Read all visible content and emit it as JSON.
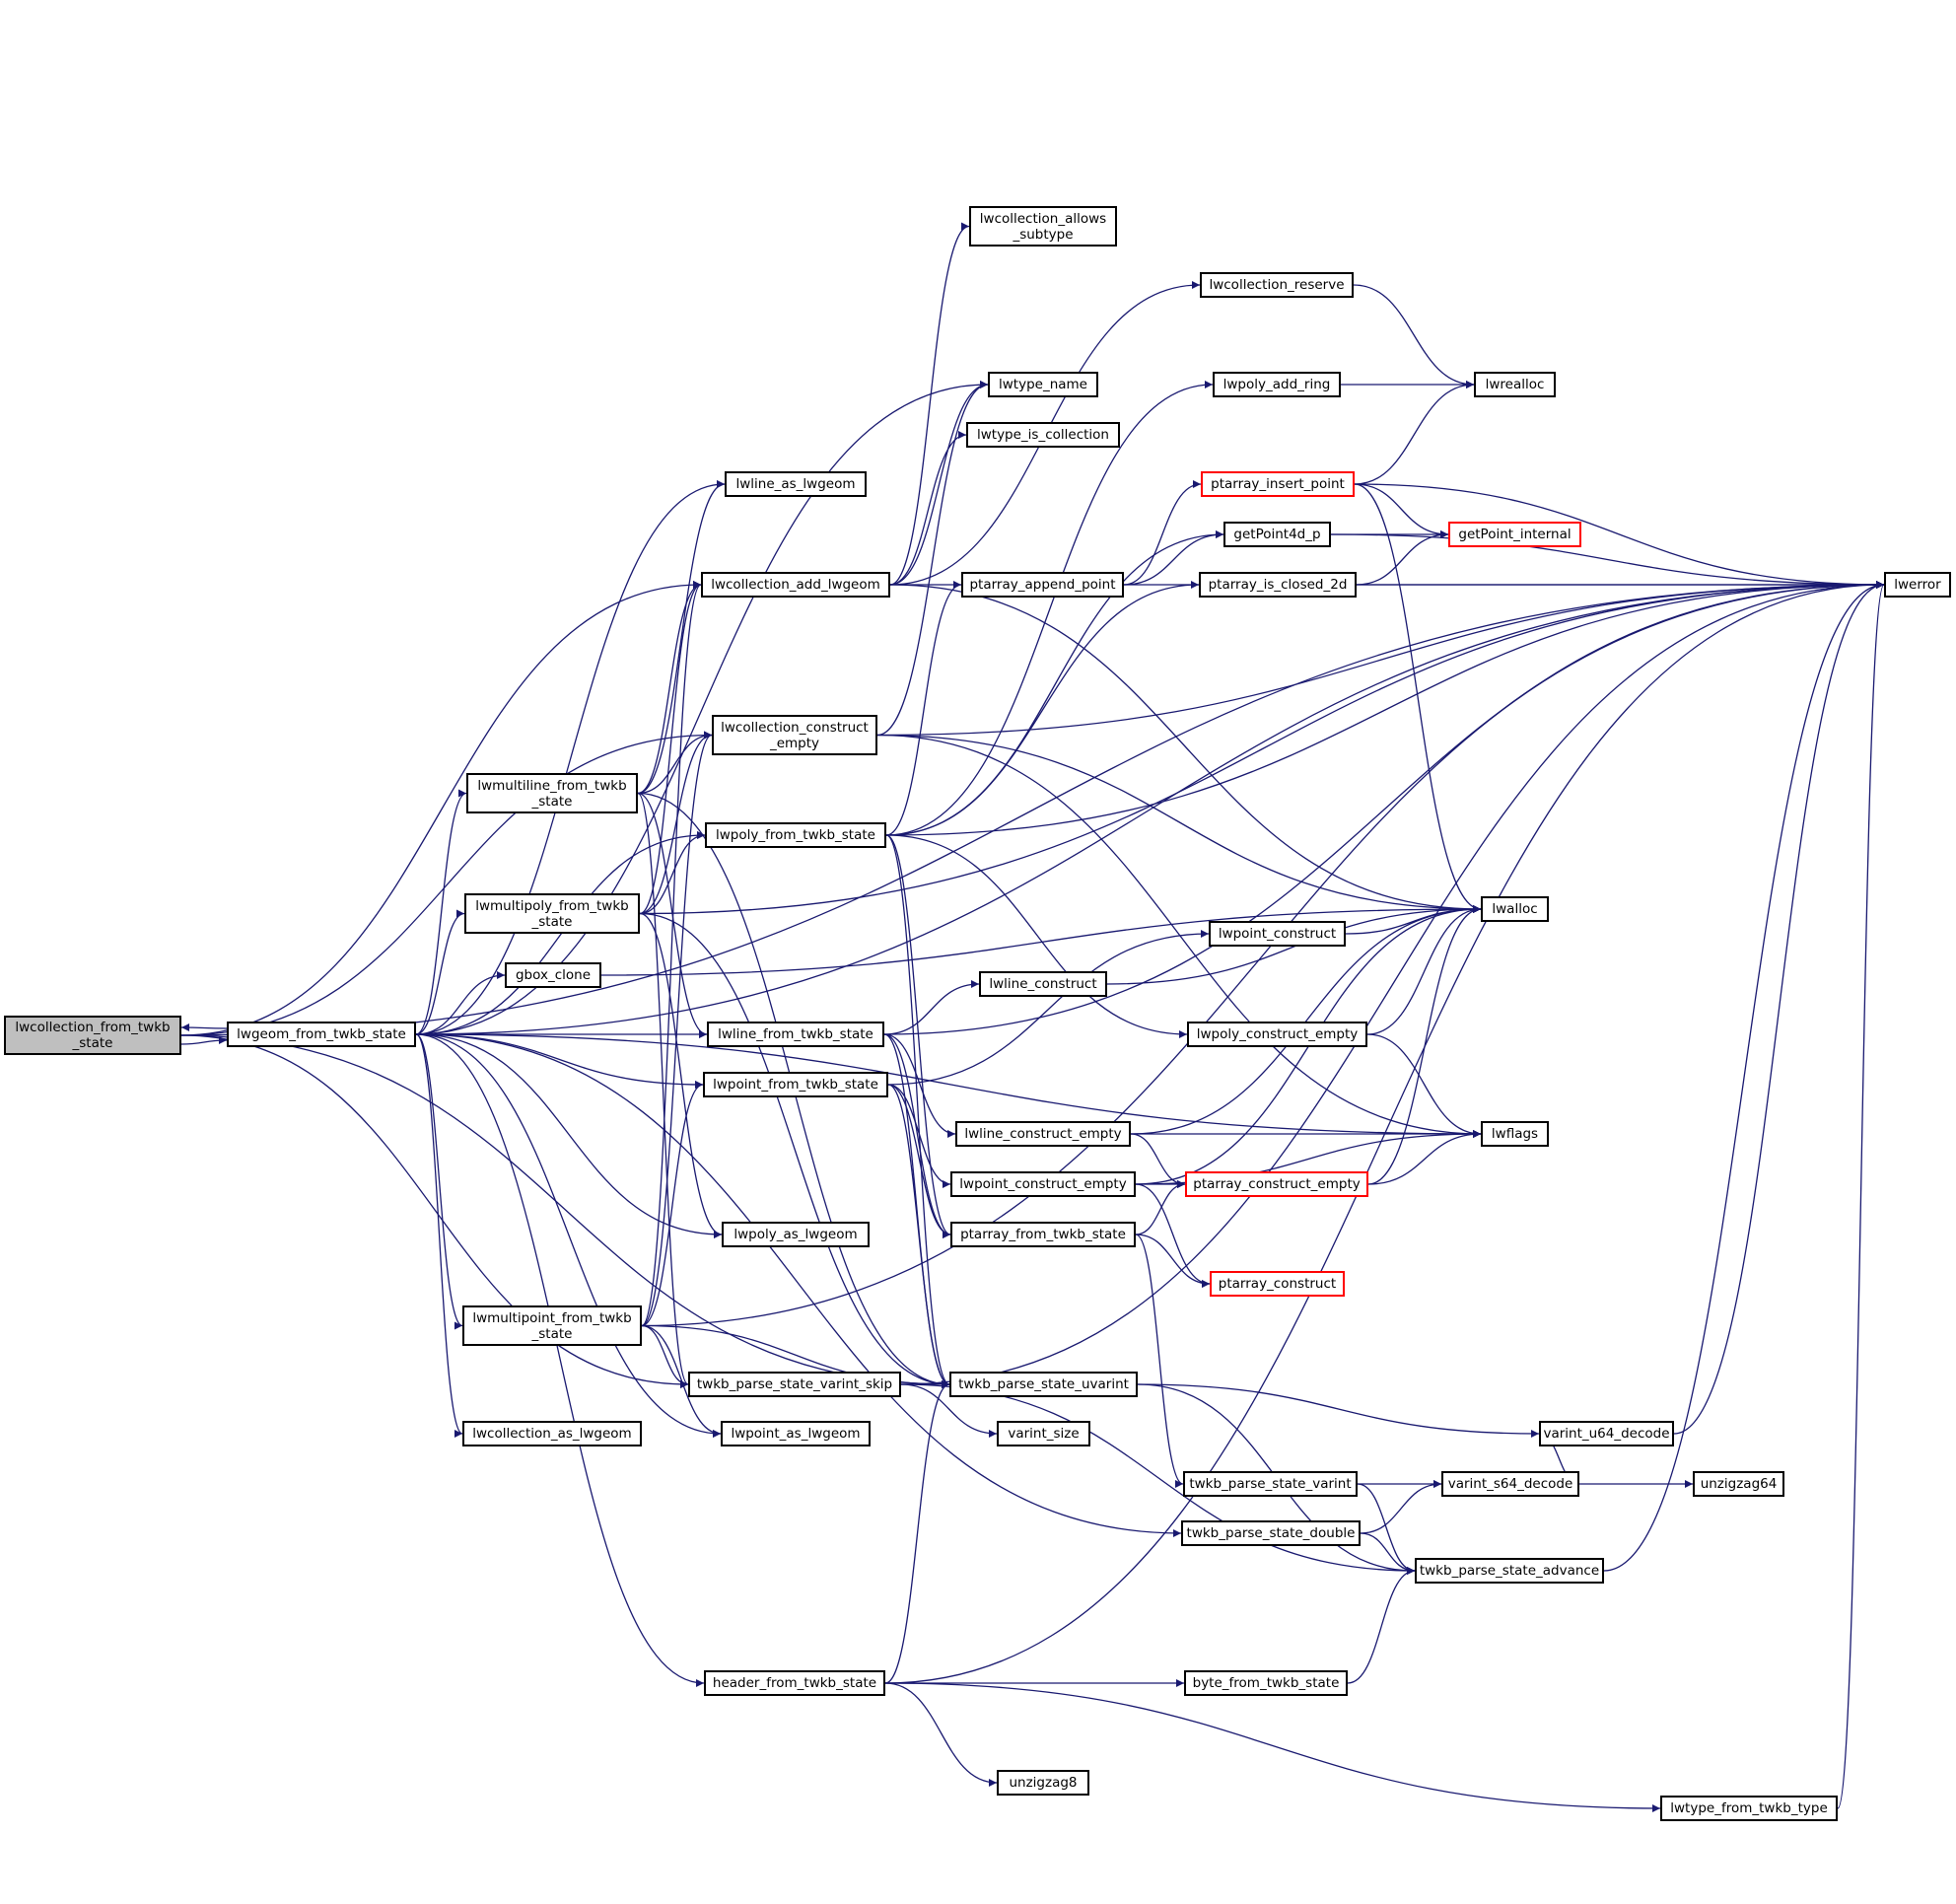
{
  "diagram": {
    "type": "call-graph",
    "edge_color": "#191970",
    "root_fill": "#bfbfbf",
    "truncated_border_color": "#ff0000",
    "nodes": [
      {
        "id": "lwcollection_from_twkb_state",
        "label": "lwcollection_from_twkb\n_state",
        "root": true
      },
      {
        "id": "lwgeom_from_twkb_state",
        "label": "lwgeom_from_twkb_state"
      },
      {
        "id": "lwcollection_allows_subtype",
        "label": "lwcollection_allows\n_subtype"
      },
      {
        "id": "lwcollection_reserve",
        "label": "lwcollection_reserve"
      },
      {
        "id": "lwtype_name",
        "label": "lwtype_name"
      },
      {
        "id": "lwtype_is_collection",
        "label": "lwtype_is_collection"
      },
      {
        "id": "lwpoly_add_ring",
        "label": "lwpoly_add_ring"
      },
      {
        "id": "lwrealloc",
        "label": "lwrealloc"
      },
      {
        "id": "lwline_as_lwgeom",
        "label": "lwline_as_lwgeom"
      },
      {
        "id": "ptarray_insert_point",
        "label": "ptarray_insert_point",
        "truncated": true
      },
      {
        "id": "getPoint4d_p",
        "label": "getPoint4d_p"
      },
      {
        "id": "getPoint_internal",
        "label": "getPoint_internal",
        "truncated": true
      },
      {
        "id": "lwcollection_add_lwgeom",
        "label": "lwcollection_add_lwgeom"
      },
      {
        "id": "ptarray_append_point",
        "label": "ptarray_append_point"
      },
      {
        "id": "ptarray_is_closed_2d",
        "label": "ptarray_is_closed_2d"
      },
      {
        "id": "lwerror",
        "label": "lwerror"
      },
      {
        "id": "lwcollection_construct_empty",
        "label": "lwcollection_construct\n_empty"
      },
      {
        "id": "lwmultiline_from_twkb_state",
        "label": "lwmultiline_from_twkb\n_state"
      },
      {
        "id": "lwpoly_from_twkb_state",
        "label": "lwpoly_from_twkb_state"
      },
      {
        "id": "lwmultipoly_from_twkb_state",
        "label": "lwmultipoly_from_twkb\n_state"
      },
      {
        "id": "lwalloc",
        "label": "lwalloc"
      },
      {
        "id": "lwpoint_construct",
        "label": "lwpoint_construct"
      },
      {
        "id": "gbox_clone",
        "label": "gbox_clone"
      },
      {
        "id": "lwline_construct",
        "label": "lwline_construct"
      },
      {
        "id": "lwline_from_twkb_state",
        "label": "lwline_from_twkb_state"
      },
      {
        "id": "lwpoly_construct_empty",
        "label": "lwpoly_construct_empty"
      },
      {
        "id": "lwpoint_from_twkb_state",
        "label": "lwpoint_from_twkb_state"
      },
      {
        "id": "lwline_construct_empty",
        "label": "lwline_construct_empty"
      },
      {
        "id": "lwflags",
        "label": "lwflags"
      },
      {
        "id": "lwpoint_construct_empty",
        "label": "lwpoint_construct_empty"
      },
      {
        "id": "ptarray_construct_empty",
        "label": "ptarray_construct_empty",
        "truncated": true
      },
      {
        "id": "lwpoly_as_lwgeom",
        "label": "lwpoly_as_lwgeom"
      },
      {
        "id": "ptarray_from_twkb_state",
        "label": "ptarray_from_twkb_state"
      },
      {
        "id": "ptarray_construct",
        "label": "ptarray_construct",
        "truncated": true
      },
      {
        "id": "lwmultipoint_from_twkb_state",
        "label": "lwmultipoint_from_twkb\n_state"
      },
      {
        "id": "twkb_parse_state_varint_skip",
        "label": "twkb_parse_state_varint_skip"
      },
      {
        "id": "twkb_parse_state_uvarint",
        "label": "twkb_parse_state_uvarint"
      },
      {
        "id": "lwcollection_as_lwgeom",
        "label": "lwcollection_as_lwgeom"
      },
      {
        "id": "lwpoint_as_lwgeom",
        "label": "lwpoint_as_lwgeom"
      },
      {
        "id": "varint_size",
        "label": "varint_size"
      },
      {
        "id": "varint_u64_decode",
        "label": "varint_u64_decode"
      },
      {
        "id": "twkb_parse_state_varint",
        "label": "twkb_parse_state_varint"
      },
      {
        "id": "varint_s64_decode",
        "label": "varint_s64_decode"
      },
      {
        "id": "unzigzag64",
        "label": "unzigzag64"
      },
      {
        "id": "twkb_parse_state_double",
        "label": "twkb_parse_state_double"
      },
      {
        "id": "twkb_parse_state_advance",
        "label": "twkb_parse_state_advance"
      },
      {
        "id": "header_from_twkb_state",
        "label": "header_from_twkb_state"
      },
      {
        "id": "byte_from_twkb_state",
        "label": "byte_from_twkb_state"
      },
      {
        "id": "unzigzag8",
        "label": "unzigzag8"
      },
      {
        "id": "lwtype_from_twkb_type",
        "label": "lwtype_from_twkb_type"
      }
    ],
    "edges": [
      [
        "lwcollection_from_twkb_state",
        "lwgeom_from_twkb_state"
      ],
      [
        "lwgeom_from_twkb_state",
        "lwcollection_from_twkb_state"
      ],
      [
        "lwcollection_from_twkb_state",
        "lwerror"
      ],
      [
        "lwcollection_from_twkb_state",
        "lwcollection_add_lwgeom"
      ],
      [
        "lwcollection_from_twkb_state",
        "lwcollection_construct_empty"
      ],
      [
        "lwcollection_from_twkb_state",
        "twkb_parse_state_varint_skip"
      ],
      [
        "lwcollection_from_twkb_state",
        "twkb_parse_state_uvarint"
      ],
      [
        "lwgeom_from_twkb_state",
        "lwerror"
      ],
      [
        "lwgeom_from_twkb_state",
        "lwtype_name"
      ],
      [
        "lwgeom_from_twkb_state",
        "lwline_as_lwgeom"
      ],
      [
        "lwgeom_from_twkb_state",
        "lwmultiline_from_twkb_state"
      ],
      [
        "lwgeom_from_twkb_state",
        "lwpoly_from_twkb_state"
      ],
      [
        "lwgeom_from_twkb_state",
        "lwmultipoly_from_twkb_state"
      ],
      [
        "lwgeom_from_twkb_state",
        "gbox_clone"
      ],
      [
        "lwgeom_from_twkb_state",
        "lwline_from_twkb_state"
      ],
      [
        "lwgeom_from_twkb_state",
        "lwpoint_from_twkb_state"
      ],
      [
        "lwgeom_from_twkb_state",
        "lwpoly_as_lwgeom"
      ],
      [
        "lwgeom_from_twkb_state",
        "lwmultipoint_from_twkb_state"
      ],
      [
        "lwgeom_from_twkb_state",
        "lwcollection_as_lwgeom"
      ],
      [
        "lwgeom_from_twkb_state",
        "lwpoint_as_lwgeom"
      ],
      [
        "lwgeom_from_twkb_state",
        "twkb_parse_state_double"
      ],
      [
        "lwgeom_from_twkb_state",
        "header_from_twkb_state"
      ],
      [
        "lwgeom_from_twkb_state",
        "lwflags"
      ],
      [
        "lwcollection_add_lwgeom",
        "lwcollection_allows_subtype"
      ],
      [
        "lwcollection_add_lwgeom",
        "lwcollection_reserve"
      ],
      [
        "lwcollection_add_lwgeom",
        "lwtype_name"
      ],
      [
        "lwcollection_add_lwgeom",
        "lwtype_is_collection"
      ],
      [
        "lwcollection_add_lwgeom",
        "lwerror"
      ],
      [
        "lwcollection_add_lwgeom",
        "lwalloc"
      ],
      [
        "lwcollection_reserve",
        "lwrealloc"
      ],
      [
        "lwpoly_add_ring",
        "lwrealloc"
      ],
      [
        "ptarray_insert_point",
        "lwrealloc"
      ],
      [
        "ptarray_insert_point",
        "getPoint_internal"
      ],
      [
        "ptarray_insert_point",
        "lwerror"
      ],
      [
        "ptarray_insert_point",
        "lwalloc"
      ],
      [
        "getPoint4d_p",
        "getPoint_internal"
      ],
      [
        "getPoint4d_p",
        "lwerror"
      ],
      [
        "ptarray_is_closed_2d",
        "getPoint_internal"
      ],
      [
        "ptarray_is_closed_2d",
        "lwerror"
      ],
      [
        "ptarray_append_point",
        "ptarray_insert_point"
      ],
      [
        "ptarray_append_point",
        "getPoint4d_p"
      ],
      [
        "lwcollection_construct_empty",
        "lwtype_name"
      ],
      [
        "lwcollection_construct_empty",
        "lwerror"
      ],
      [
        "lwcollection_construct_empty",
        "lwalloc"
      ],
      [
        "lwcollection_construct_empty",
        "lwflags"
      ],
      [
        "lwmultiline_from_twkb_state",
        "lwcollection_construct_empty"
      ],
      [
        "lwmultiline_from_twkb_state",
        "lwcollection_add_lwgeom"
      ],
      [
        "lwmultiline_from_twkb_state",
        "lwline_as_lwgeom"
      ],
      [
        "lwmultiline_from_twkb_state",
        "lwline_from_twkb_state"
      ],
      [
        "lwmultiline_from_twkb_state",
        "twkb_parse_state_uvarint"
      ],
      [
        "lwmultiline_from_twkb_state",
        "twkb_parse_state_varint_skip"
      ],
      [
        "lwpoly_from_twkb_state",
        "lwpoly_construct_empty"
      ],
      [
        "lwpoly_from_twkb_state",
        "ptarray_append_point"
      ],
      [
        "lwpoly_from_twkb_state",
        "getPoint4d_p"
      ],
      [
        "lwpoly_from_twkb_state",
        "lwpoly_add_ring"
      ],
      [
        "lwpoly_from_twkb_state",
        "ptarray_is_closed_2d"
      ],
      [
        "lwpoly_from_twkb_state",
        "ptarray_from_twkb_state"
      ],
      [
        "lwpoly_from_twkb_state",
        "twkb_parse_state_uvarint"
      ],
      [
        "lwpoly_from_twkb_state",
        "lwerror"
      ],
      [
        "lwmultipoly_from_twkb_state",
        "lwcollection_construct_empty"
      ],
      [
        "lwmultipoly_from_twkb_state",
        "lwcollection_add_lwgeom"
      ],
      [
        "lwmultipoly_from_twkb_state",
        "lwpoly_from_twkb_state"
      ],
      [
        "lwmultipoly_from_twkb_state",
        "lwpoly_as_lwgeom"
      ],
      [
        "lwmultipoly_from_twkb_state",
        "twkb_parse_state_uvarint"
      ],
      [
        "lwmultipoly_from_twkb_state",
        "lwerror"
      ],
      [
        "gbox_clone",
        "lwalloc"
      ],
      [
        "lwline_from_twkb_state",
        "lwline_construct"
      ],
      [
        "lwline_from_twkb_state",
        "lwline_construct_empty"
      ],
      [
        "lwline_from_twkb_state",
        "ptarray_from_twkb_state"
      ],
      [
        "lwline_from_twkb_state",
        "twkb_parse_state_uvarint"
      ],
      [
        "lwline_from_twkb_state",
        "lwerror"
      ],
      [
        "lwline_construct",
        "lwalloc"
      ],
      [
        "lwpoint_from_twkb_state",
        "lwpoint_construct"
      ],
      [
        "lwpoint_from_twkb_state",
        "lwpoint_construct_empty"
      ],
      [
        "lwpoint_from_twkb_state",
        "ptarray_from_twkb_state"
      ],
      [
        "lwpoint_from_twkb_state",
        "twkb_parse_state_uvarint"
      ],
      [
        "lwpoint_construct",
        "lwalloc"
      ],
      [
        "lwpoly_construct_empty",
        "lwalloc"
      ],
      [
        "lwpoly_construct_empty",
        "lwflags"
      ],
      [
        "lwline_construct_empty",
        "lwalloc"
      ],
      [
        "lwline_construct_empty",
        "lwflags"
      ],
      [
        "lwline_construct_empty",
        "ptarray_construct_empty"
      ],
      [
        "lwpoint_construct_empty",
        "lwalloc"
      ],
      [
        "lwpoint_construct_empty",
        "lwflags"
      ],
      [
        "lwpoint_construct_empty",
        "ptarray_construct_empty"
      ],
      [
        "lwpoint_construct_empty",
        "ptarray_construct"
      ],
      [
        "ptarray_construct_empty",
        "lwalloc"
      ],
      [
        "ptarray_construct_empty",
        "lwflags"
      ],
      [
        "ptarray_from_twkb_state",
        "ptarray_construct_empty"
      ],
      [
        "ptarray_from_twkb_state",
        "ptarray_construct"
      ],
      [
        "ptarray_from_twkb_state",
        "twkb_parse_state_varint"
      ],
      [
        "lwmultipoint_from_twkb_state",
        "lwcollection_construct_empty"
      ],
      [
        "lwmultipoint_from_twkb_state",
        "lwcollection_add_lwgeom"
      ],
      [
        "lwmultipoint_from_twkb_state",
        "lwpoint_from_twkb_state"
      ],
      [
        "lwmultipoint_from_twkb_state",
        "lwpoint_as_lwgeom"
      ],
      [
        "lwmultipoint_from_twkb_state",
        "twkb_parse_state_varint_skip"
      ],
      [
        "lwmultipoint_from_twkb_state",
        "twkb_parse_state_uvarint"
      ],
      [
        "lwmultipoint_from_twkb_state",
        "lwerror"
      ],
      [
        "twkb_parse_state_varint_skip",
        "varint_size"
      ],
      [
        "twkb_parse_state_varint_skip",
        "twkb_parse_state_advance"
      ],
      [
        "twkb_parse_state_varint_skip",
        "lwerror"
      ],
      [
        "twkb_parse_state_uvarint",
        "varint_u64_decode"
      ],
      [
        "twkb_parse_state_uvarint",
        "twkb_parse_state_advance"
      ],
      [
        "varint_u64_decode",
        "lwerror"
      ],
      [
        "twkb_parse_state_varint",
        "varint_s64_decode"
      ],
      [
        "twkb_parse_state_varint",
        "twkb_parse_state_advance"
      ],
      [
        "varint_s64_decode",
        "varint_u64_decode"
      ],
      [
        "varint_s64_decode",
        "unzigzag64"
      ],
      [
        "twkb_parse_state_double",
        "varint_s64_decode"
      ],
      [
        "twkb_parse_state_double",
        "twkb_parse_state_advance"
      ],
      [
        "twkb_parse_state_advance",
        "lwerror"
      ],
      [
        "header_from_twkb_state",
        "byte_from_twkb_state"
      ],
      [
        "header_from_twkb_state",
        "unzigzag8"
      ],
      [
        "header_from_twkb_state",
        "lwtype_from_twkb_type"
      ],
      [
        "header_from_twkb_state",
        "twkb_parse_state_uvarint"
      ],
      [
        "header_from_twkb_state",
        "lwerror"
      ],
      [
        "byte_from_twkb_state",
        "twkb_parse_state_advance"
      ],
      [
        "lwtype_from_twkb_type",
        "lwerror"
      ]
    ]
  }
}
